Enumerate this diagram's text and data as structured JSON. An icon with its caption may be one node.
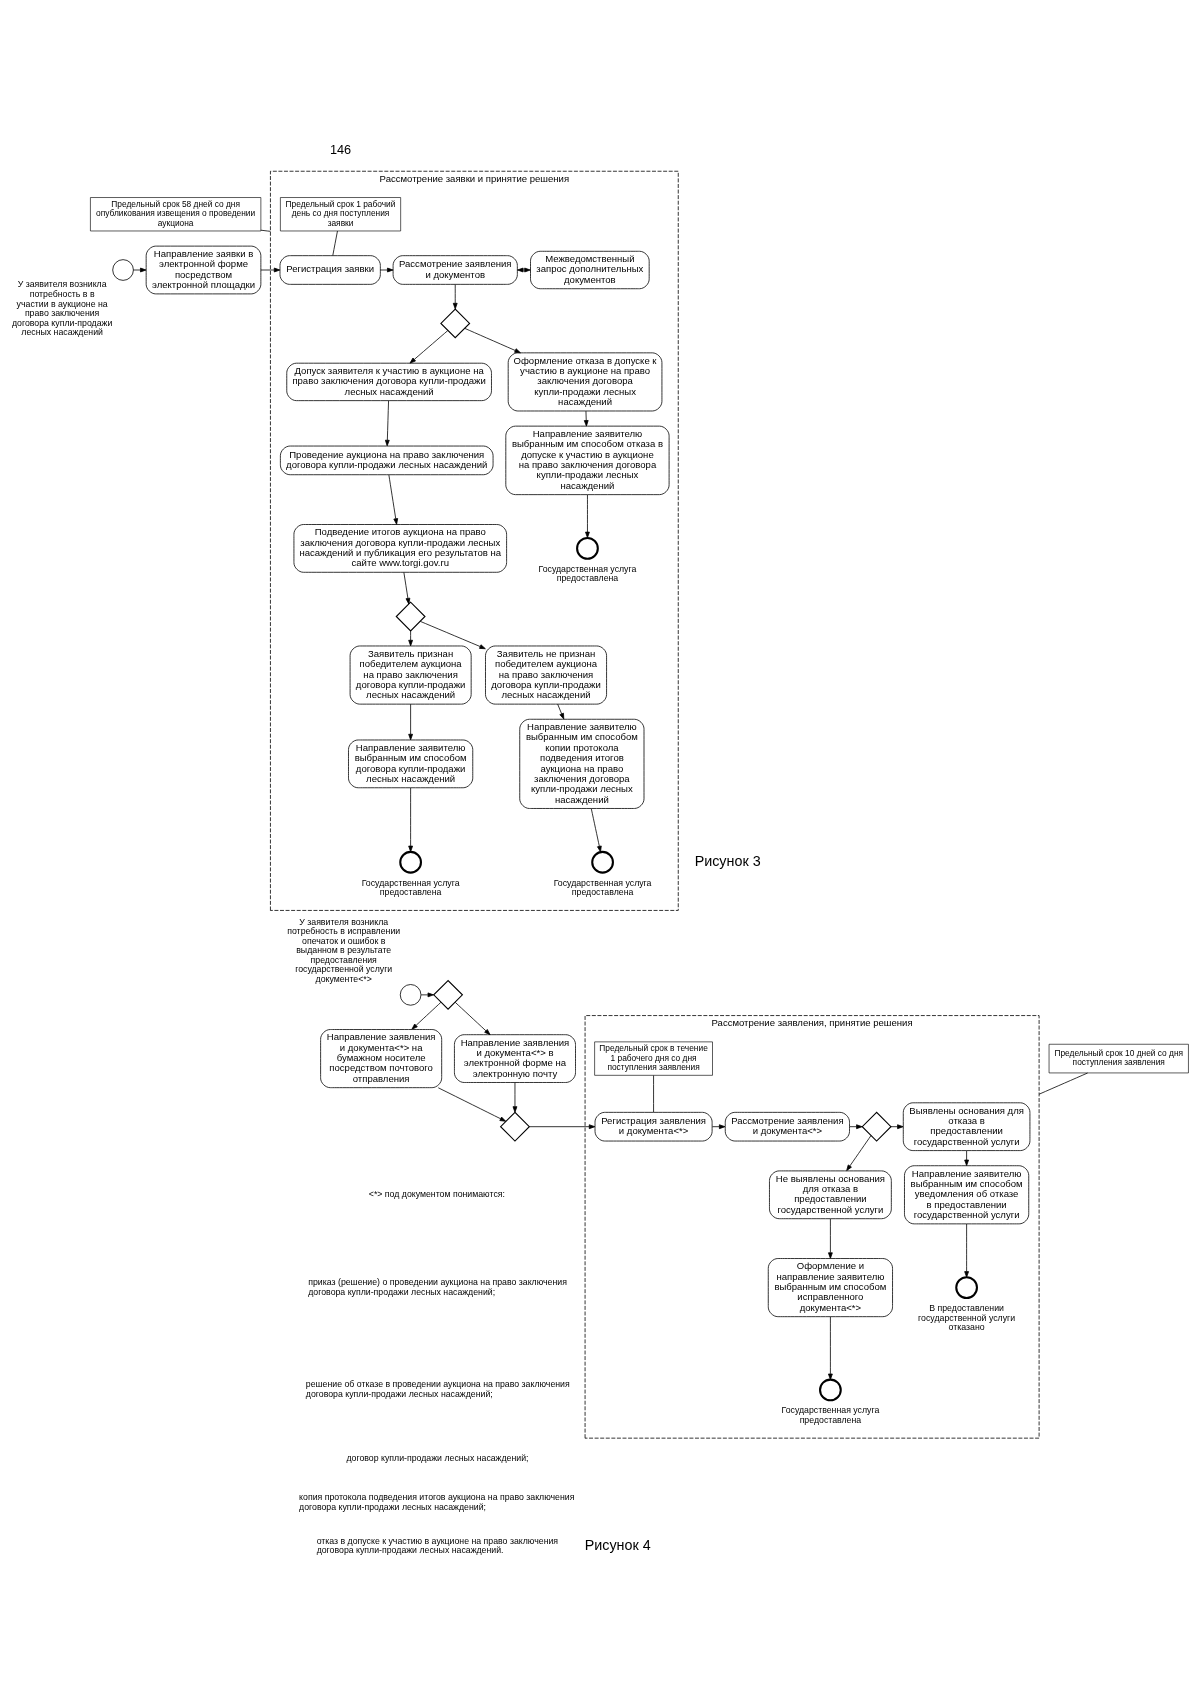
{
  "diagram": {
    "nodes": [
      {
        "text": [],
        "shape": "circle",
        "beside": [
          "У заявителя возникла потребность в в участии в аукционе на право заключения договора купли-продажи лесных насаждений"
        ]
      },
      {
        "text": [
          "Направление заявки в электронной форме посредством электронной площадки"
        ]
      },
      {
        "text": [
          "Предельный срок 58 дней со дня опубликования извещения о проведении аукциона"
        ]
      },
      {
        "text": [
          "Рассмотрение заявки и принятие решения"
        ]
      },
      {
        "text": [
          "Предельный срок 1 рабочий день со дня поступления заявки"
        ],
        "in": 3
      },
      {
        "text": [
          "Регистрация заявки"
        ],
        "in": 3
      },
      {
        "text": [
          "Рассмотрение заявления и документов"
        ],
        "in": 3
      },
      {
        "text": [
          "Межведомственный запрос дополнительных документов"
        ],
        "in": 3
      },
      {
        "text": [],
        "shape": "diamond",
        "in": 3
      },
      {
        "text": [
          "Допуск заявителя к участию в аукционе на право заключения договора купли-продажи лесных насаждений"
        ],
        "in": 3
      },
      {
        "text": [
          "Оформление отказа в допуске к участию в аукционе на право заключения договора купли-продажи лесных насаждений"
        ],
        "in": 3
      },
      {
        "text": [
          "Проведение аукциона на право заключения договора купли-продажи лесных насаждений"
        ],
        "in": 3
      },
      {
        "text": [
          "Подведение итогов аукциона на право заключения договора купли-продажи лесных насаждений и публикация его результатов на сайте www.torgi.gov.ru"
        ],
        "in": 3
      },
      {
        "text": [
          "Направление заявителю выбранным им способом отказа в допуске к участию в аукционе на право заключения договора купли-продажи лесных насаждений"
        ],
        "in": 3
      },
      {
        "text": [
          "Заявитель признан победителем аукциона на право заключения договора купли-продажи лесных насаждений"
        ],
        "in": 3
      },
      {
        "text": [],
        "shape": "diamond",
        "in": 3
      },
      {
        "text": [
          "Заявитель не признан победителем аукциона на право заключения договора купли-продажи лесных насаждений"
        ],
        "in": 3
      },
      {
        "text": [],
        "shape": "circle",
        "in": 3,
        "beside": [
          "Государственная услуга предоставлена"
        ]
      },
      {
        "text": [
          "Направление заявителю выбранным им способом договора купли-продажи лесных насаждений"
        ],
        "in": 3
      },
      {
        "text": [
          "Направление заявителю выбранным им способом копии протокола подведения итогов аукциона на право заключения договора купли-продажи лесных насаждений"
        ],
        "in": 3
      },
      {
        "text": [],
        "shape": "circle",
        "in": 3,
        "beside": [
          "Государственная услуга предоставлена"
        ]
      },
      {
        "text": [],
        "shape": "circle",
        "in": 3,
        "beside": [
          "Государственная услуга предоставлена"
        ]
      },
      {
        "text": [],
        "shape": "circle",
        "beside": [
          "У заявителя возникла потребность в исправлении опечаток и ошибок в выданном в результате предоставления государственной услуги документе<*>"
        ]
      },
      {
        "text": [],
        "shape": "diamond"
      },
      {
        "text": [
          "Направление заявления и документа<*> на бумажном носителе посредством почтового отправления"
        ]
      },
      {
        "text": [
          "Направление заявления и документа<*> в электронной форме на электронную почту"
        ]
      },
      {
        "text": [],
        "shape": "diamond"
      },
      {
        "text": [
          "Предельный срок 10 дней со дня поступления заявления"
        ]
      },
      {
        "text": [
          "Рассмотрение заявления, принятие решения"
        ]
      },
      {
        "text": [
          "Предельный срок в течение 1 рабочего дня со дня поступления заявления"
        ],
        "in": 28
      },
      {
        "text": [
          "Регистрация заявления и документа<*>"
        ],
        "in": 28
      },
      {
        "text": [
          "Рассмотрение заявления и документа<*>"
        ],
        "in": 28
      },
      {
        "text": [],
        "shape": "diamond",
        "in": 28
      },
      {
        "text": [
          "Выявлены основания для отказа в предоставлении государственной услуги"
        ],
        "in": 28
      },
      {
        "text": [
          "Оформление и направление заявителю выбранным им способом исправленного документа<*>"
        ],
        "in": 28
      },
      {
        "text": [
          "Не выявлены основания для отказа в предоставлении государственной услуги"
        ],
        "in": 28
      },
      {
        "text": [
          "Направление заявителю выбранным им способом уведомления об отказе в предоставлении государственной услуги"
        ],
        "in": 28
      },
      {
        "text": [],
        "shape": "circle",
        "in": 28,
        "beside": [
          "Государственная услуга предоставлена"
        ]
      },
      {
        "text": [],
        "shape": "circle",
        "in": 28,
        "beside": [
          "В предоставлении государственной услуги отказано"
        ]
      }
    ],
    "edges": [
      {
        "from": 0,
        "to": 1,
        "arrow": "to"
      },
      {
        "from": 1,
        "to": 5,
        "arrow": "to"
      },
      {
        "from": 2,
        "to": 3,
        "arrow": "none"
      },
      {
        "from": 4,
        "to": 5,
        "arrow": "none"
      },
      {
        "from": 5,
        "to": 6,
        "arrow": "to"
      },
      {
        "from": 6,
        "to": 7,
        "arrow": "both"
      },
      {
        "from": 6,
        "to": 8,
        "arrow": "to"
      },
      {
        "from": 8,
        "to": 9,
        "arrow": "to"
      },
      {
        "from": 8,
        "to": 10,
        "arrow": "to"
      },
      {
        "from": 9,
        "to": 11,
        "arrow": "to"
      },
      {
        "from": 11,
        "to": 12,
        "arrow": "to"
      },
      {
        "from": 12,
        "to": 15,
        "arrow": "to"
      },
      {
        "from": 15,
        "to": 14,
        "arrow": "to"
      },
      {
        "from": 15,
        "to": 16,
        "arrow": "to"
      },
      {
        "from": 10,
        "to": 13,
        "arrow": "to"
      },
      {
        "from": 13,
        "to": 17,
        "arrow": "to"
      },
      {
        "from": 14,
        "to": 18,
        "arrow": "to"
      },
      {
        "from": 16,
        "to": 19,
        "arrow": "to"
      },
      {
        "from": 18,
        "to": 20,
        "arrow": "to"
      },
      {
        "from": 19,
        "to": 21,
        "arrow": "to"
      },
      {
        "from": 22,
        "to": 23,
        "arrow": "to"
      },
      {
        "from": 23,
        "to": 24,
        "arrow": "to"
      },
      {
        "from": 23,
        "to": 25,
        "arrow": "to"
      },
      {
        "from": 24,
        "to": 26,
        "arrow": "to"
      },
      {
        "from": 25,
        "to": 26,
        "arrow": "to"
      },
      {
        "from": 26,
        "to": 30,
        "arrow": "to"
      },
      {
        "from": 27,
        "to": 28,
        "arrow": "none"
      },
      {
        "from": 29,
        "to": 30,
        "arrow": "none"
      },
      {
        "from": 30,
        "to": 31,
        "arrow": "to"
      },
      {
        "from": 31,
        "to": 32,
        "arrow": "to"
      },
      {
        "from": 32,
        "to": 33,
        "arrow": "to"
      },
      {
        "from": 32,
        "to": 35,
        "arrow": "to"
      },
      {
        "from": 33,
        "to": 36,
        "arrow": "to"
      },
      {
        "from": 35,
        "to": 34,
        "arrow": "to"
      },
      {
        "from": 34,
        "to": 37,
        "arrow": "to"
      },
      {
        "from": 36,
        "to": 38,
        "arrow": "to"
      }
    ],
    "labels": [
      "146",
      "Рисунок 3",
      "<*> под документом понимаются:",
      "приказ (решение) о проведении аукциона на право заключения договора купли-продажи лесных насаждений;",
      "решение об отказе в проведении аукциона на право заключения договора купли-продажи лесных насаждений;",
      "договор купли-продажи лесных насаждений;",
      "копия протокола подведения итогов аукциона на право заключения договора купли-продажи лесных насаждений;",
      "отказ в допуске к участию в аукционе на право заключения договора купли-продажи лесных насаждений.",
      "Рисунок 4"
    ]
  }
}
